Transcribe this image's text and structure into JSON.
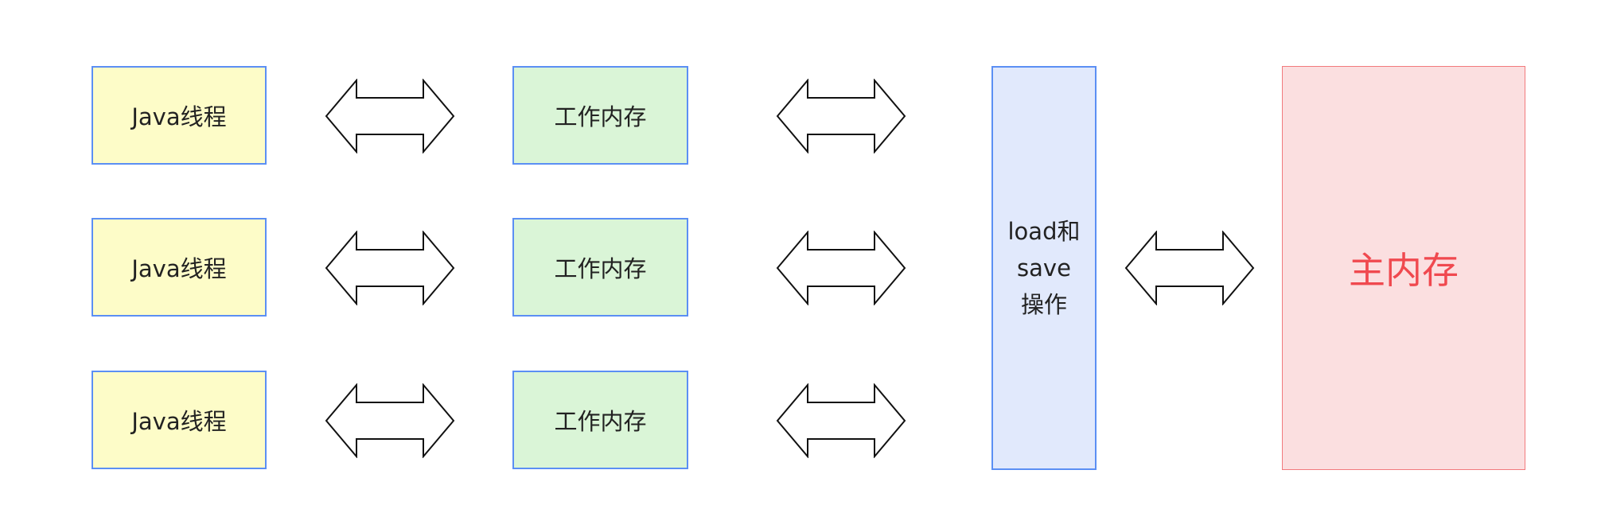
{
  "threads": [
    {
      "label": "Java线程"
    },
    {
      "label": "Java线程"
    },
    {
      "label": "Java线程"
    }
  ],
  "working_memories": [
    {
      "label": "工作内存"
    },
    {
      "label": "工作内存"
    },
    {
      "label": "工作内存"
    }
  ],
  "load_save": {
    "line1": "load和",
    "line2": "save",
    "line3": "操作"
  },
  "main_memory": {
    "label": "主内存"
  },
  "colors": {
    "thread_fill": "#fdfcc8",
    "working_memory_fill": "#daf5d7",
    "load_save_fill": "#e1e9fc",
    "main_memory_fill": "#fbdfe0",
    "main_memory_text": "#f0494f",
    "box_border": "#5b8ff4"
  },
  "arrows": {
    "icon": "double-headed-arrow-icon",
    "count": 7
  }
}
